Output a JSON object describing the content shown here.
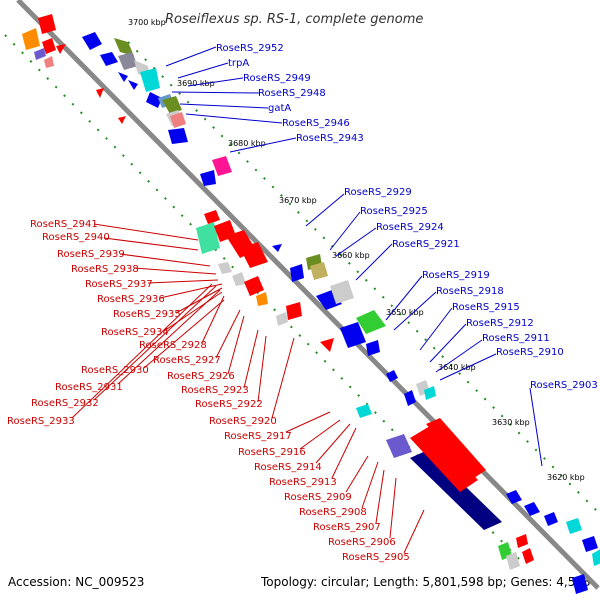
{
  "title": "Roseiflexus sp. RS-1, complete genome",
  "footer": {
    "accession": "Accession: NC_009523",
    "topology": "Topology: circular; Length: 5,801,598 bp; Genes: 4,573"
  },
  "kbp_ticks": [
    "3700 kbp",
    "3690 kbp",
    "3680 kbp",
    "3670 kbp",
    "3660 kbp",
    "3650 kbp",
    "3640 kbp",
    "3630 kbp",
    "3620 kbp"
  ],
  "labels_blue": [
    "RoseRS_2952",
    "trpA",
    "RoseRS_2949",
    "RoseRS_2948",
    "gatA",
    "RoseRS_2946",
    "RoseRS_2943",
    "RoseRS_2929",
    "RoseRS_2925",
    "RoseRS_2924",
    "RoseRS_2921",
    "RoseRS_2919",
    "RoseRS_2918",
    "RoseRS_2915",
    "RoseRS_2912",
    "RoseRS_2911",
    "RoseRS_2910",
    "RoseRS_2903"
  ],
  "labels_red": [
    "RoseRS_2941",
    "RoseRS_2940",
    "RoseRS_2939",
    "RoseRS_2938",
    "RoseRS_2937",
    "RoseRS_2936",
    "RoseRS_2935",
    "RoseRS_2934",
    "RoseRS_2928",
    "RoseRS_2927",
    "RoseRS_2930",
    "RoseRS_2926",
    "RoseRS_2931",
    "RoseRS_2923",
    "RoseRS_2932",
    "RoseRS_2922",
    "RoseRS_2933",
    "RoseRS_2920",
    "RoseRS_2917",
    "RoseRS_2916",
    "RoseRS_2914",
    "RoseRS_2913",
    "RoseRS_2909",
    "RoseRS_2908",
    "RoseRS_2907",
    "RoseRS_2906",
    "RoseRS_2905"
  ],
  "colors": {
    "forward_strand": "#ff0000",
    "reverse_strand": "#0000ee",
    "backbone": "#888888",
    "tick_marks": "#228b22",
    "label_forward": "#cc0000",
    "label_reverse": "#0000cc"
  }
}
